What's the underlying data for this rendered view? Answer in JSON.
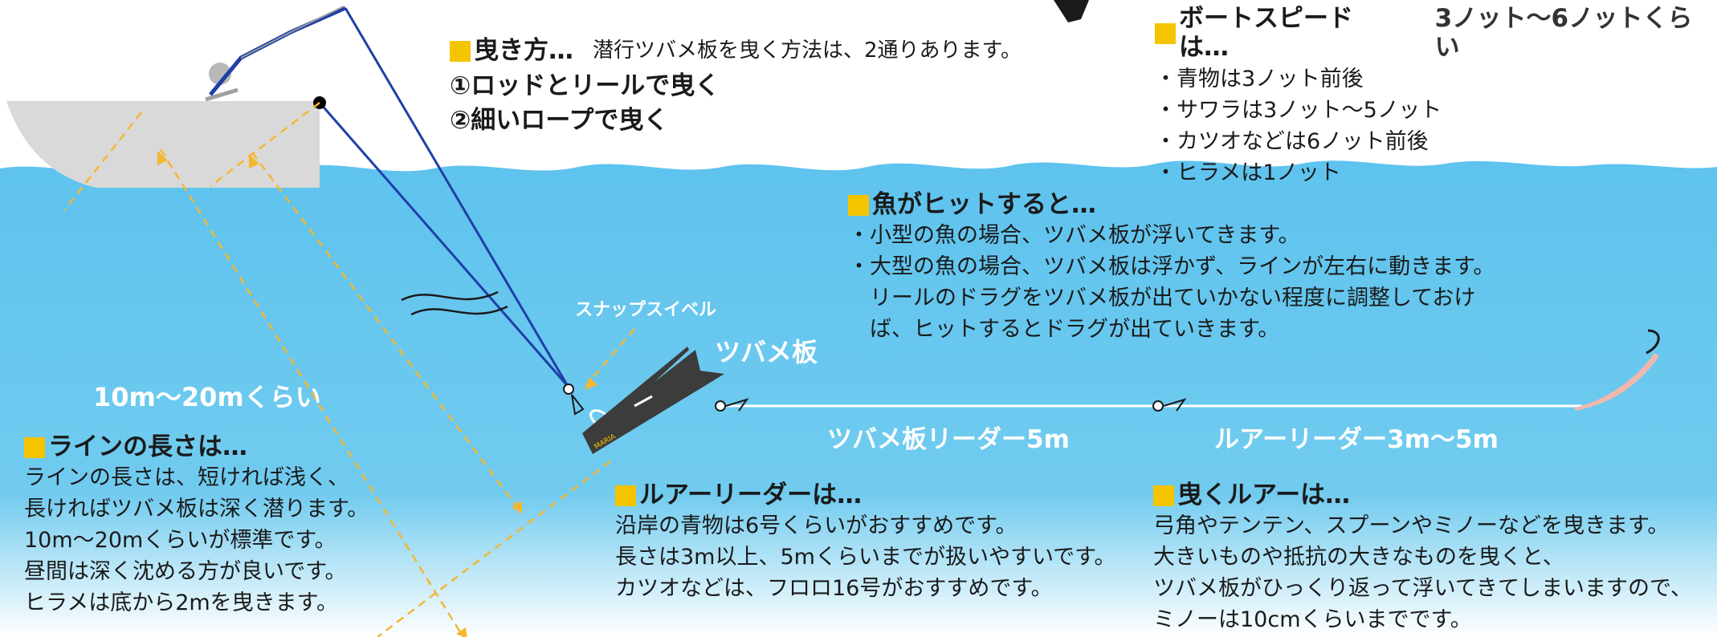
{
  "towing": {
    "heading": "曳き方…",
    "intro": "潜行ツバメ板を曳く方法は、2通りあります。",
    "methods": [
      "①ロッドとリールで曳く",
      "②細いロープで曳く"
    ]
  },
  "boat_speed": {
    "heading": "ボートスピードは…",
    "value": "3ノット～6ノットくらい",
    "items": [
      "・青物は3ノット前後",
      "・サワラは3ノット～5ノット",
      "・カツオなどは6ノット前後",
      "・ヒラメは1ノット"
    ]
  },
  "fish_hit": {
    "heading": "魚がヒットすると…",
    "lines": [
      "・小型の魚の場合、ツバメ板が浮いてきます。",
      "・大型の魚の場合、ツバメ板は浮かず、ラインが左右に動きます。",
      "　リールのドラグをツバメ板が出ていかない程度に調整しておけ",
      "　ば、ヒットするとドラグが出ていきます。"
    ]
  },
  "line_length": {
    "heading": "ラインの長さは…",
    "lines": [
      "ラインの長さは、短ければ浅く、",
      "長ければツバメ板は深く潜ります。",
      "10m～20mくらいが標準です。",
      "昼間は深く沈める方が良いです。",
      "ヒラメは底から2mを曳きます。"
    ]
  },
  "lure_leader": {
    "heading": "ルアーリーダーは…",
    "lines": [
      "沿岸の青物は6号くらいがおすすめです。",
      "長さは3m以上、5mくらいまでが扱いやすいです。",
      "カツオなどは、フロロ16号がおすすめです。"
    ]
  },
  "lures": {
    "heading": "曳くルアーは…",
    "lines": [
      "弓角やテンテン、スプーンやミノーなどを曳きます。",
      "大きいものや抵抗の大きなものを曳くと、",
      "ツバメ板がひっくり返って浮いてきてしまいますので、",
      "ミノーは10cmくらいまでです。"
    ]
  },
  "labels": {
    "line_range": "10m～20mくらい",
    "snap_swivel": "スナップスイベル",
    "board": "ツバメ板",
    "board_leader": "ツバメ板リーダー5m",
    "lure_leader_length": "ルアーリーダー3m～5m",
    "board_brand": "MARIA"
  },
  "colors": {
    "water": "#5ec3ee",
    "water_deep": "#3aa8e3",
    "boat": "#d9d9d9",
    "line": "#1f3fa8",
    "guide": "#f5b731",
    "accent": "#f5c400",
    "board": "#3c3c3c",
    "lure": "#f0b8ad"
  }
}
